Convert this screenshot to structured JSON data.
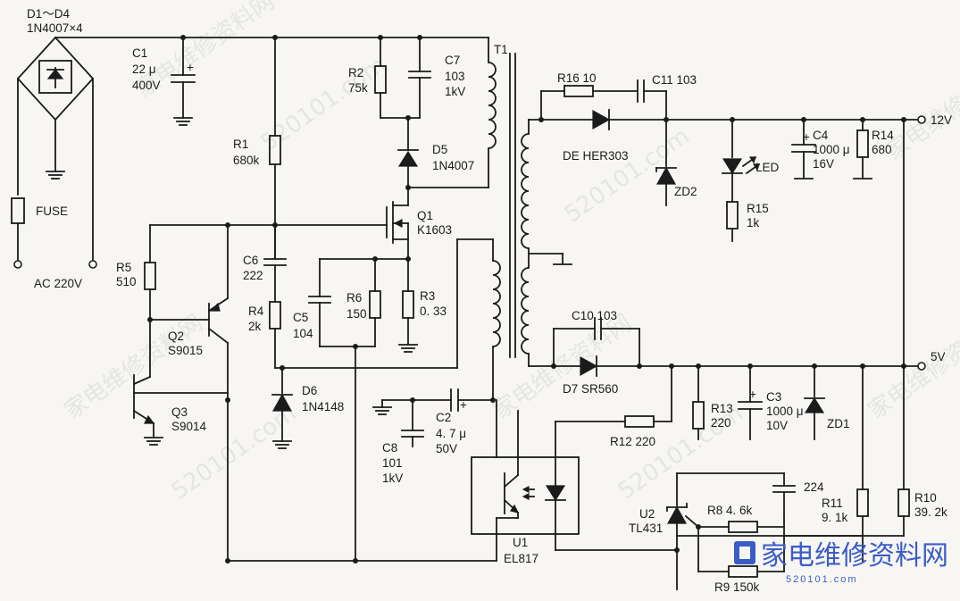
{
  "labels": {
    "d1d4": "D1～D4",
    "d1d4_part": "1N4007×4",
    "c1": "C1",
    "c1_val": "22 μ",
    "c1_v": "400V",
    "fuse": "FUSE",
    "ac": "AC 220V",
    "r1": "R1",
    "r1_val": "680k",
    "r2": "R2",
    "r2_val": "75k",
    "c7": "C7",
    "c7_val": "103",
    "c7_v": "1kV",
    "t1": "T1",
    "d5": "D5",
    "d5_part": "1N4007",
    "q1": "Q1",
    "q1_part": "K1603",
    "r5": "R5",
    "r5_val": "510",
    "c6": "C6",
    "c6_val": "222",
    "r4": "R4",
    "r4_val": "2k",
    "c5": "C5",
    "c5_val": "104",
    "r6": "R6",
    "r6_val": "150",
    "r3": "R3",
    "r3_val": "0. 33",
    "q2": "Q2",
    "q2_part": "S9015",
    "q3": "Q3",
    "q3_part": "S9014",
    "d6": "D6",
    "d6_part": "1N4148",
    "c8": "C8",
    "c8_val": "101",
    "c8_v": "1kV",
    "c2": "C2",
    "c2_val": "4. 7 μ",
    "c2_v": "50V",
    "r16": "R16  10",
    "c11": "C11  103",
    "de": "DE  HER303",
    "zd2": "ZD2",
    "led": "LED",
    "r15": "R15",
    "r15_val": "1k",
    "c4": "C4",
    "c4_val": "1000 μ",
    "c4_v": "16V",
    "r14": "R14",
    "r14_val": "680",
    "out12": "12V",
    "c10": "C10  103",
    "d7": "D7  SR560",
    "out5": "5V",
    "r13": "R13",
    "r13_val": "220",
    "c3": "C3",
    "c3_val": "1000 μ",
    "c3_v": "10V",
    "zd1": "ZD1",
    "r12": "R12  220",
    "u1": "U1",
    "u1_part": "EL817",
    "c224": "224",
    "u2": "U2",
    "u2_part": "TL431",
    "r8": "R8  4. 6k",
    "r9": "R9  150k",
    "r11": "R11",
    "r11_val": "9. 1k",
    "r10": "R10",
    "r10_val": "39. 2k"
  },
  "watermark": {
    "brand": "家电维修资料网",
    "url": "520101.com"
  }
}
